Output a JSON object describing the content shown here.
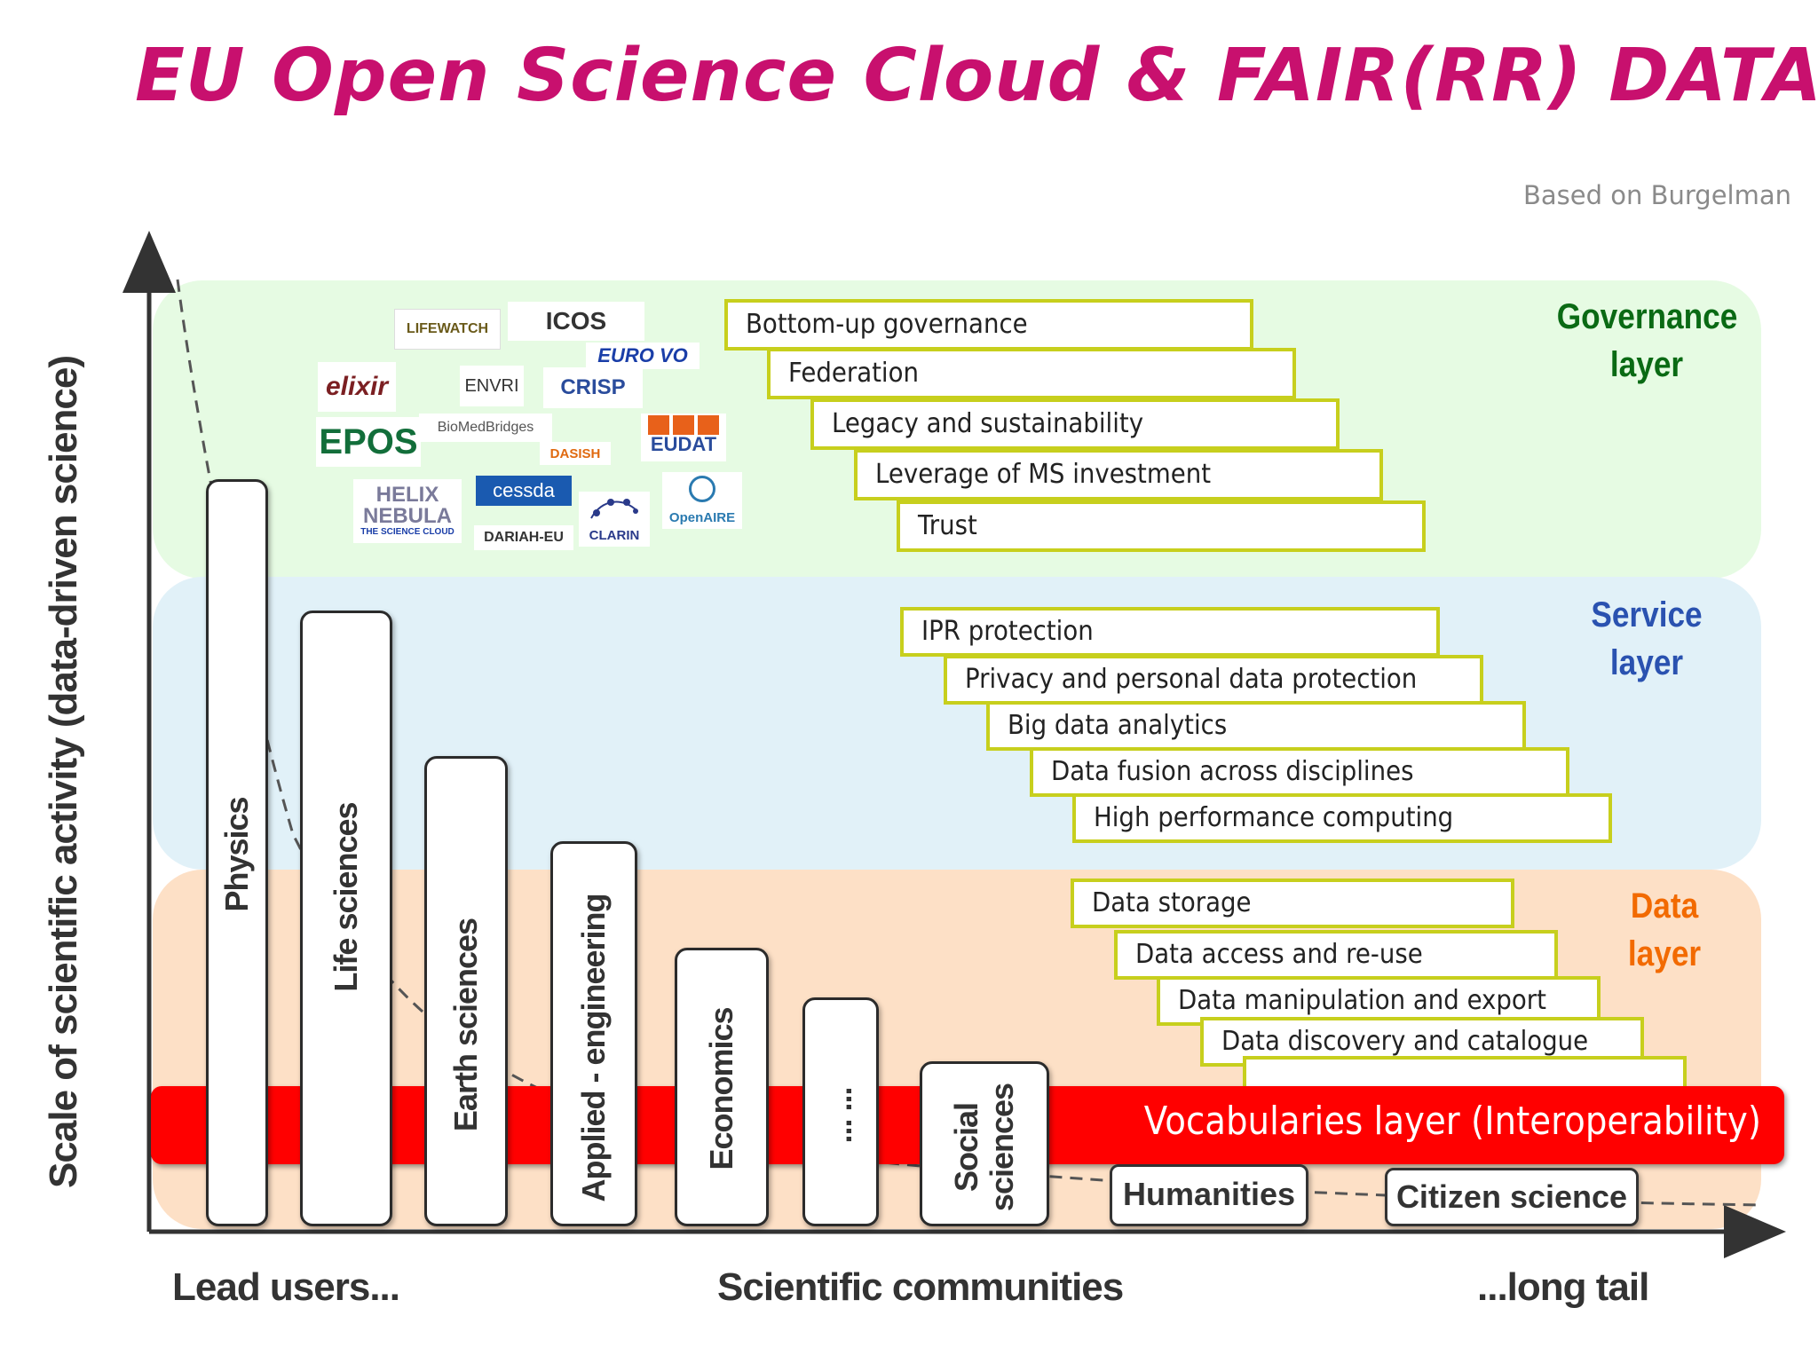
{
  "title": "EU Open Science Cloud & FAIR(RR) DATA",
  "credit": "Based on Burgelman",
  "layers": {
    "governance": {
      "line1": "Governance",
      "line2": "layer",
      "color": "#0a6a14"
    },
    "service": {
      "line1": "Service",
      "line2": "layer",
      "color": "#2a52b0"
    },
    "data": {
      "line1": "Data",
      "line2": "layer",
      "color": "#f26a00"
    }
  },
  "governance_items": [
    "Bottom-up governance",
    "Federation",
    "Legacy and sustainability",
    "Leverage of MS investment",
    "Trust"
  ],
  "service_items": [
    "IPR protection",
    "Privacy and personal data protection",
    "Big data analytics",
    "Data fusion across disciplines",
    "High performance computing"
  ],
  "data_items": [
    "Data storage",
    "Data access and re-use",
    "Data manipulation and export",
    "Data discovery and catalogue"
  ],
  "vocabularies_layer": "Vocabularies  layer (Interoperability)",
  "communities": {
    "physics": "Physics",
    "life": "Life sciences",
    "earth": "Earth sciences",
    "applied": "Applied - engineering",
    "economics": "Economics",
    "more": "... ...",
    "social_1": "Social",
    "social_2": "sciences",
    "humanities": "Humanities",
    "citizen": "Citizen science"
  },
  "axis": {
    "y_label": "Scale of scientific activity  (data-driven science)",
    "x_left": "Lead users...",
    "x_center": "Scientific communities",
    "x_right": "...long tail"
  },
  "logos": {
    "lifewatch": "LIFEWATCH",
    "icos": "ICOS",
    "eurovo": "EURO VO",
    "elixir": "elixir",
    "envri": "ENVRI",
    "crisp": "CRISP",
    "epos": "EPOS",
    "biomedbridges": "BioMedBridges",
    "dasish": "DASISH",
    "eudat": "EUDAT",
    "helix1": "HELIX",
    "helix2": "NEBULA",
    "helix3": "THE SCIENCE CLOUD",
    "cessda": "cessda",
    "clarin": "CLARIN",
    "openaire": "OpenAIRE",
    "dariah": "DARIAH-EU"
  }
}
